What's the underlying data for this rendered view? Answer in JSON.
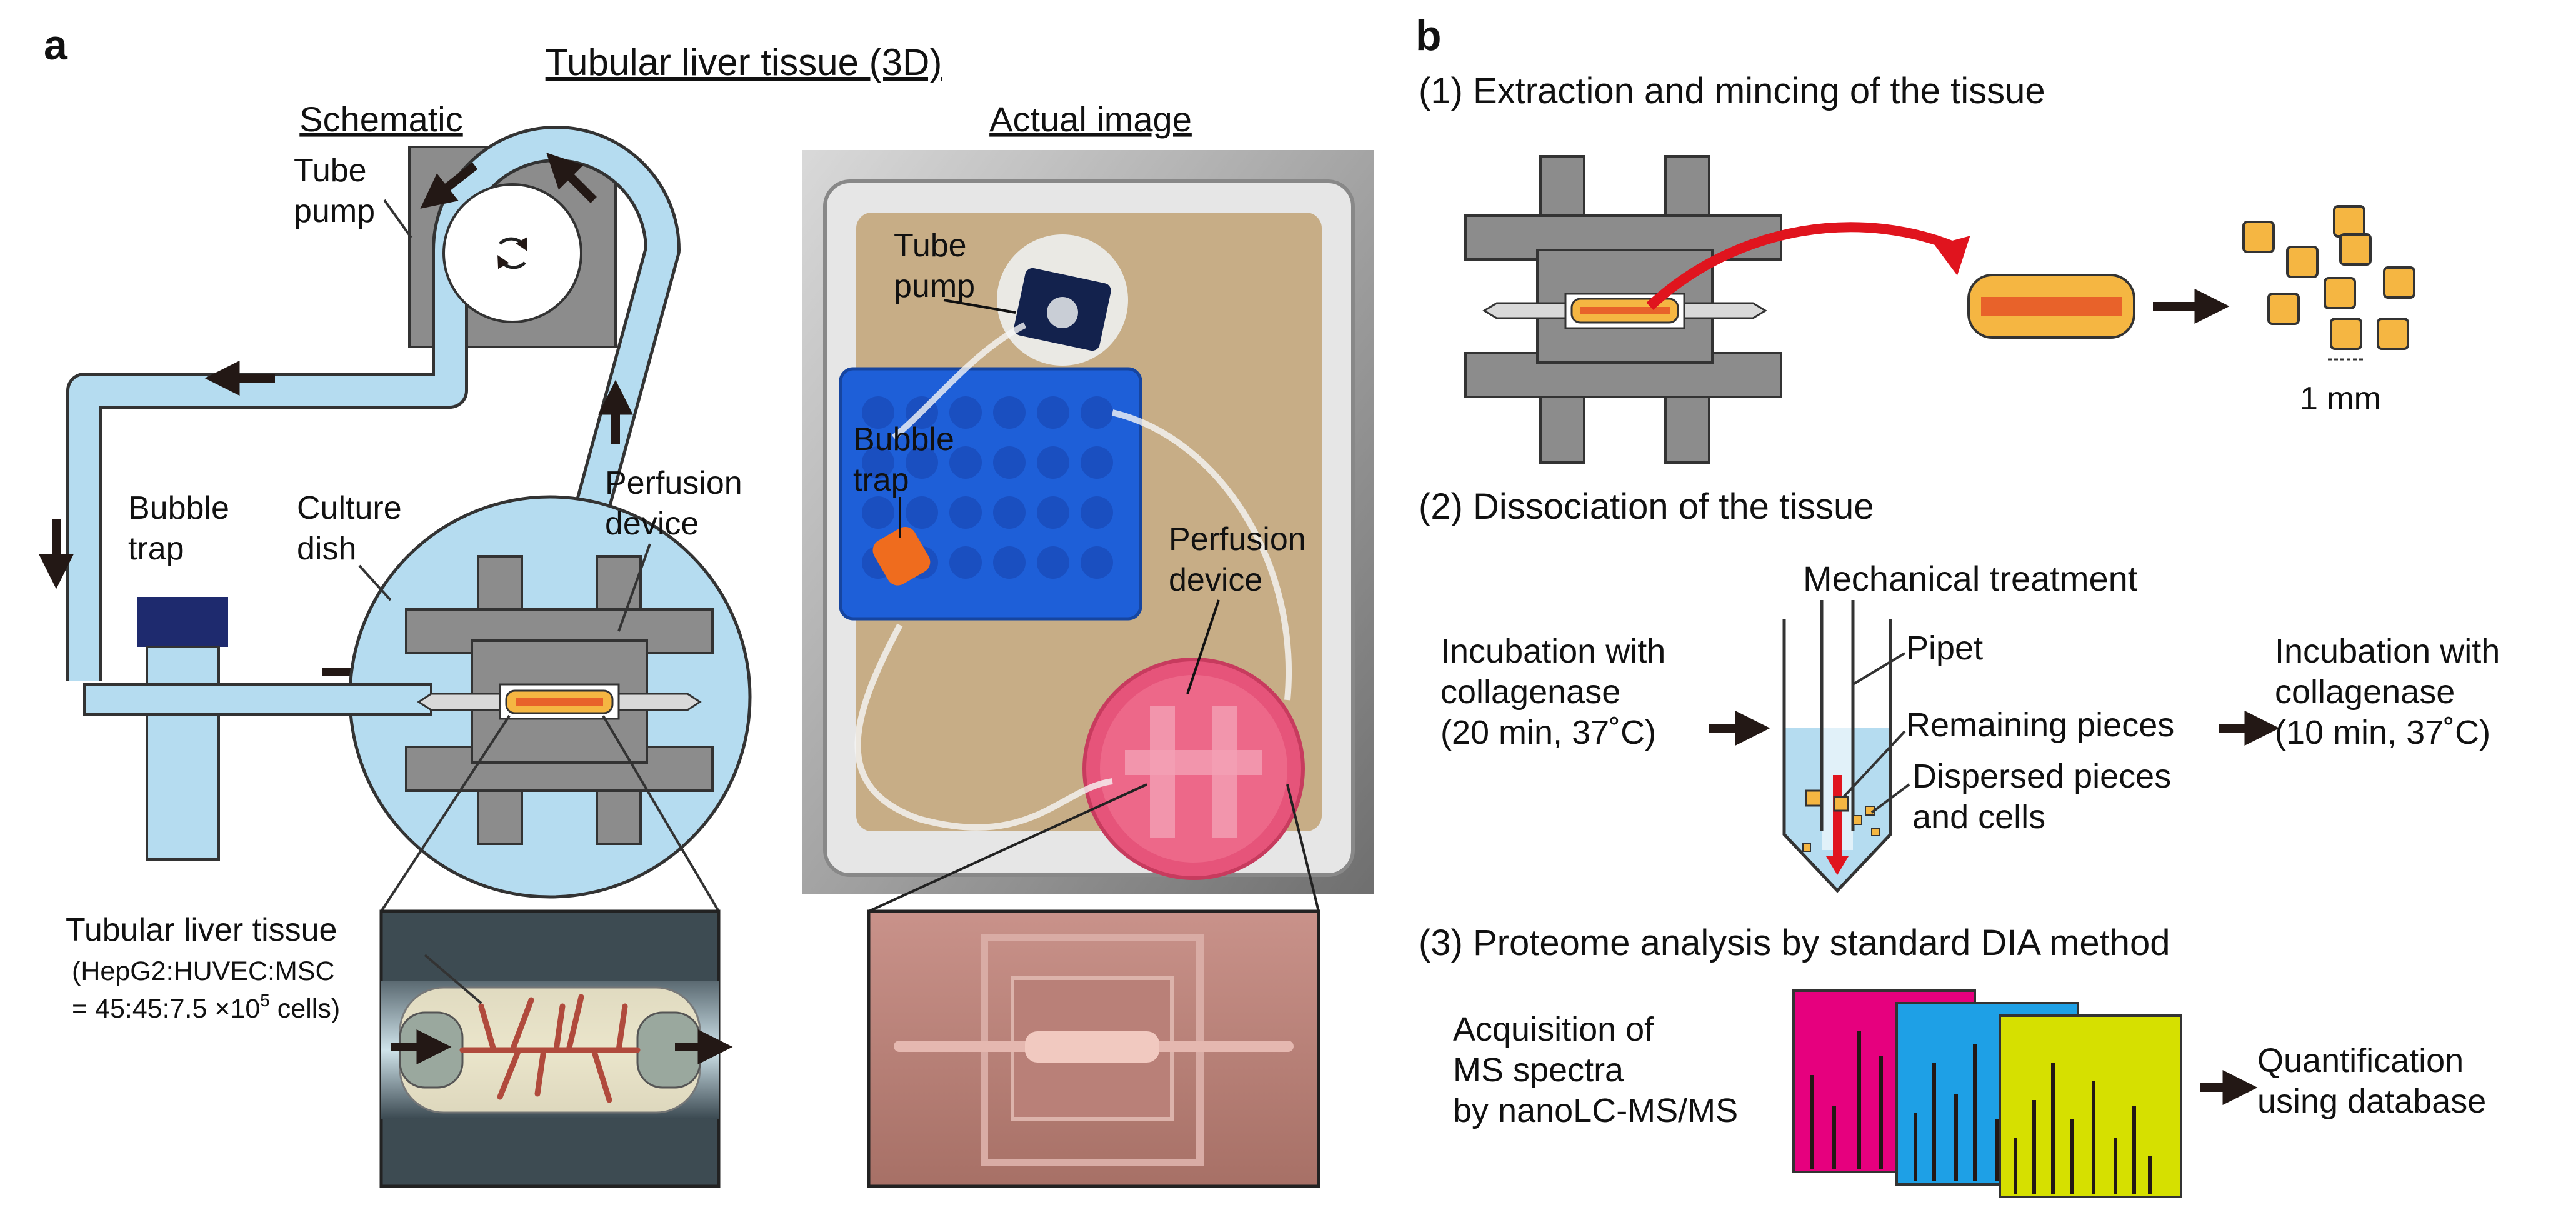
{
  "panel_a": {
    "label": "a",
    "title": "Tubular liver tissue (3D)",
    "schematic": {
      "heading": "Schematic",
      "tube_pump": [
        "Tube",
        "pump"
      ],
      "bubble_trap": [
        "Bubble",
        "trap"
      ],
      "culture_dish": [
        "Culture",
        "dish"
      ],
      "perfusion_device": [
        "Perfusion",
        "device"
      ],
      "tissue_label": "Tubular liver tissue",
      "tissue_composition": "(HepG2:HUVEC:MSC",
      "tissue_ratio": "= 45:45:7.5 ×10",
      "tissue_ratio_exp": "5",
      "tissue_ratio_unit": " cells)"
    },
    "actual_image": {
      "heading": "Actual image",
      "tube_pump": [
        "Tube",
        "pump"
      ],
      "bubble_trap": [
        "Bubble",
        "trap"
      ],
      "perfusion_device": [
        "Perfusion",
        "device"
      ]
    }
  },
  "panel_b": {
    "label": "b",
    "step1": {
      "heading": "(1) Extraction and mincing of the tissue",
      "scale": "1 mm"
    },
    "step2": {
      "heading": "(2) Dissociation of the tissue",
      "mechanical": "Mechanical treatment",
      "incubation_left": [
        "Incubation with",
        "collagenase",
        "(20 min, 37˚C)"
      ],
      "incubation_right": [
        "Incubation with",
        "collagenase",
        "(10 min, 37˚C)"
      ],
      "pipet": "Pipet",
      "remaining": "Remaining pieces",
      "dispersed": [
        "Dispersed pieces",
        "and cells"
      ]
    },
    "step3": {
      "heading": "(3) Proteome analysis by standard DIA method",
      "acquisition": [
        "Acquisition of",
        "MS spectra",
        "by nanoLC-MS/MS"
      ],
      "quantification": [
        "Quantification",
        "using database"
      ]
    }
  },
  "colors": {
    "light_blue": "#b5dcf0",
    "gray": "#8c8c8c",
    "tissue_orange": "#f5b642",
    "tissue_core": "#e8622a",
    "red_arrow": "#e0141e",
    "magenta": "#e6007e",
    "cyan": "#1ea0e6",
    "yellow": "#d6e000",
    "navy": "#1e2a6e"
  }
}
